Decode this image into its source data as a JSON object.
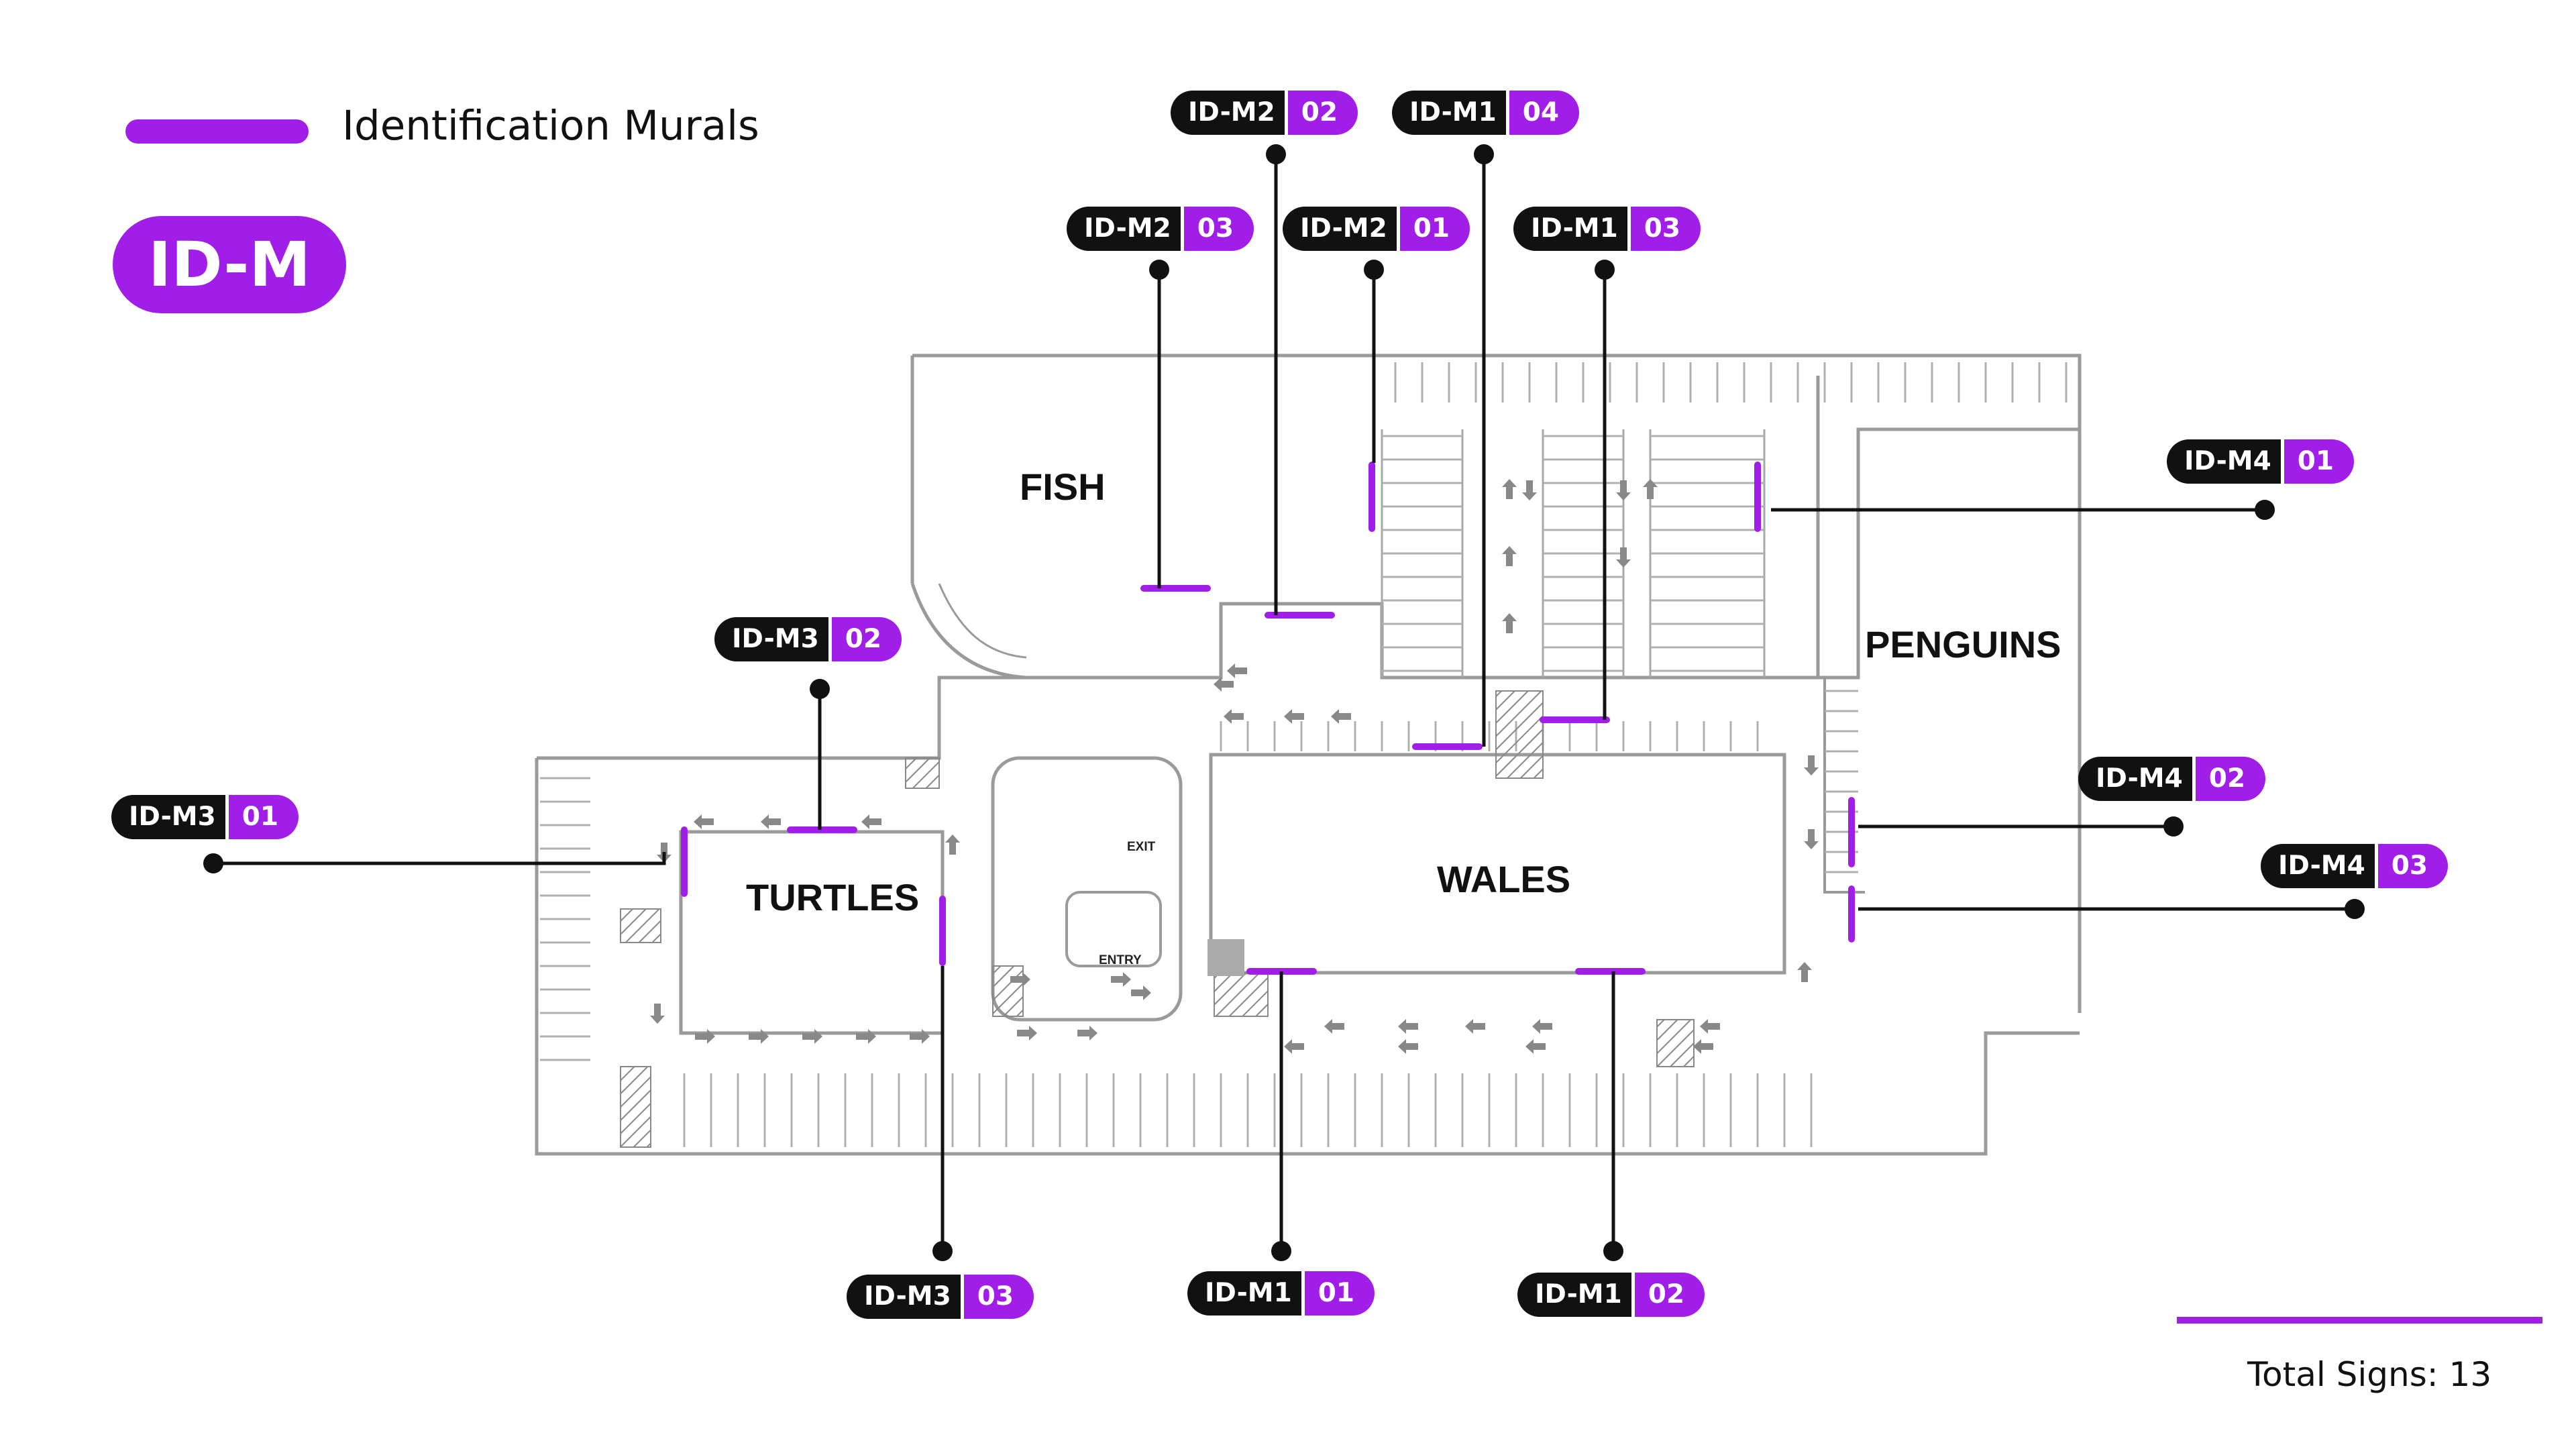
{
  "legend": {
    "label": "Identification Murals",
    "color": "#a01ee8"
  },
  "category_badge": "ID-M",
  "zones": {
    "fish": "FISH",
    "penguins": "PENGUINS",
    "turtles": "TURTLES",
    "wales": "WALES"
  },
  "plan_labels": {
    "exit": "EXIT",
    "entry": "ENTRY"
  },
  "tags": {
    "m2_02": {
      "code": "ID-M2",
      "num": "02"
    },
    "m1_04": {
      "code": "ID-M1",
      "num": "04"
    },
    "m2_03": {
      "code": "ID-M2",
      "num": "03"
    },
    "m2_01": {
      "code": "ID-M2",
      "num": "01"
    },
    "m1_03": {
      "code": "ID-M1",
      "num": "03"
    },
    "m4_01": {
      "code": "ID-M4",
      "num": "01"
    },
    "m3_02": {
      "code": "ID-M3",
      "num": "02"
    },
    "m3_01": {
      "code": "ID-M3",
      "num": "01"
    },
    "m4_02": {
      "code": "ID-M4",
      "num": "02"
    },
    "m4_03": {
      "code": "ID-M4",
      "num": "03"
    },
    "m3_03": {
      "code": "ID-M3",
      "num": "03"
    },
    "m1_01": {
      "code": "ID-M1",
      "num": "01"
    },
    "m1_02": {
      "code": "ID-M1",
      "num": "02"
    }
  },
  "total": "Total Signs: 13",
  "colors": {
    "accent": "#a01ee8",
    "tag_dark": "#111111",
    "plan_line": "#9a9a9a"
  }
}
